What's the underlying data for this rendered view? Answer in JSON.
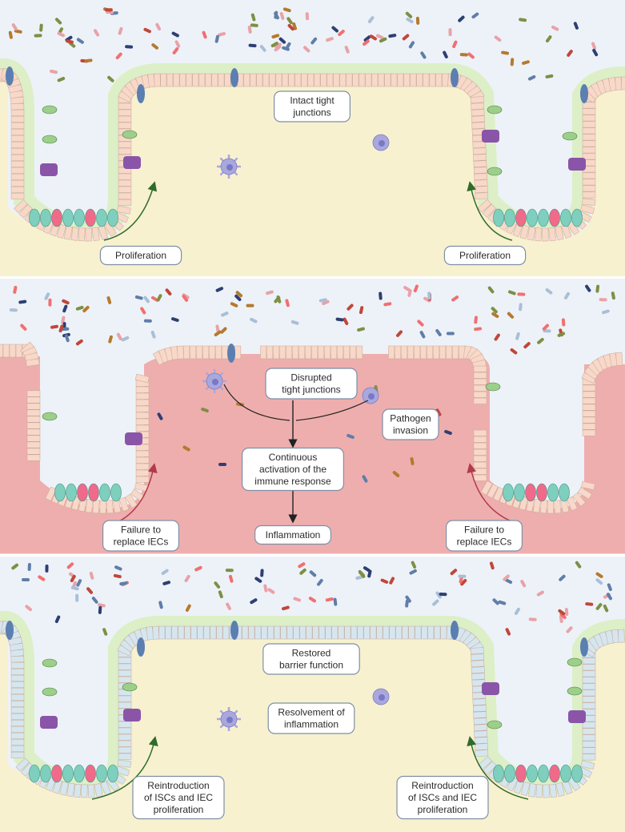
{
  "panels": [
    {
      "id": "healthy",
      "labels": {
        "tight_junctions": [
          "Intact tight",
          "junctions"
        ],
        "proliferation_left": [
          "Proliferation"
        ],
        "proliferation_right": [
          "Proliferation"
        ]
      }
    },
    {
      "id": "inflamed",
      "labels": {
        "disrupted": [
          "Disrupted",
          "tight junctions"
        ],
        "pathogen": [
          "Pathogen",
          "invasion"
        ],
        "activation": [
          "Continuous",
          "activation of the",
          "immune response"
        ],
        "inflammation": [
          "Inflammation"
        ],
        "failure_left": [
          "Failure to",
          "replace IECs"
        ],
        "failure_right": [
          "Failure to",
          "replace IECs"
        ]
      }
    },
    {
      "id": "restored",
      "labels": {
        "restored": [
          "Restored",
          "barrier function"
        ],
        "resolvement": [
          "Resolvement of",
          "inflammation"
        ],
        "reintro_left": [
          "Reintroduction",
          "of ISCs and IEC",
          "proliferation"
        ],
        "reintro_right": [
          "Reintroduction",
          "of ISCs and IEC",
          "proliferation"
        ]
      }
    }
  ],
  "colors": {
    "lumen": "#edf2f8",
    "tissue_healthy": "#f7f1cf",
    "tissue_inflamed": "#eeaeae",
    "mucus": "#dcefc7",
    "cell_healthy": "#f8d8c8",
    "cell_restored": "#d6e6ef",
    "stem_cell": "#7fcfbf",
    "paneth_cell": "#f06a8a",
    "goblet_cell": "#9ccf8a",
    "tuft_cell": "#8a55a8",
    "immune_cell": "#a9a8de",
    "arrow_green": "#2f6b2a",
    "arrow_red": "#b23a4a",
    "bacteria": [
      "#e8a2a8",
      "#f07070",
      "#2d3f73",
      "#7d8f45",
      "#b47a2d",
      "#a9bfd8",
      "#c0473a",
      "#5f7ea8"
    ]
  }
}
